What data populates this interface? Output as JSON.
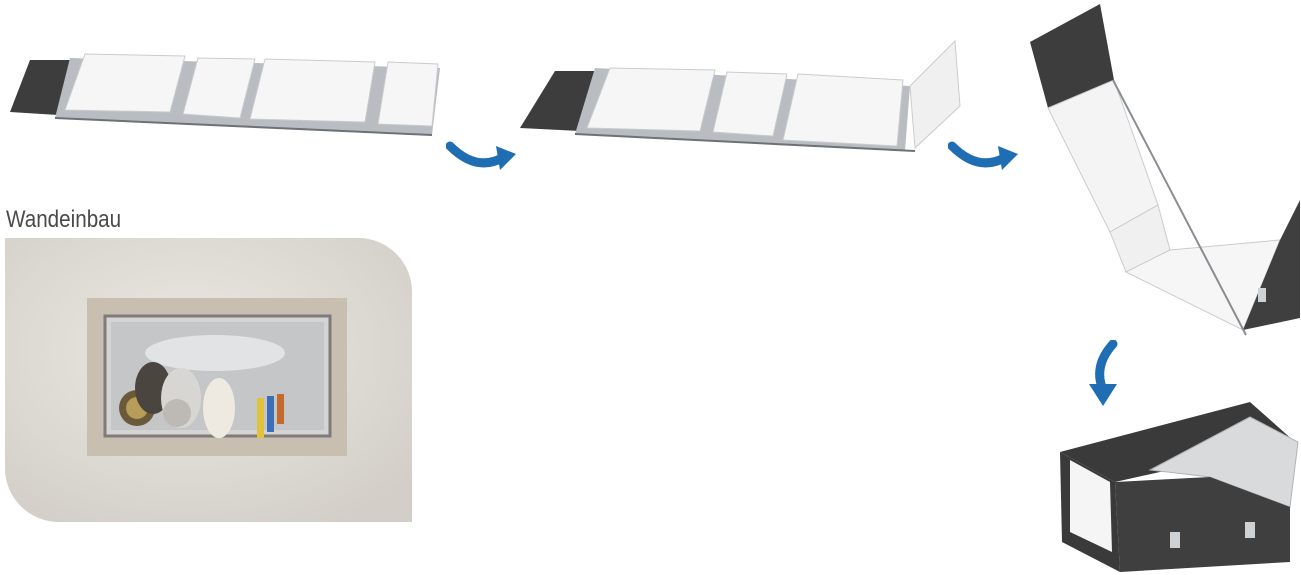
{
  "caption": {
    "text": "Wandeinbau"
  },
  "illustration": {
    "steps": [
      "flat-strip",
      "partly-folded-strip",
      "half-folded-strip",
      "assembled-duct"
    ],
    "arrow_color": "#1f6db3"
  },
  "photo": {
    "subject": "wall-installation-photo"
  }
}
